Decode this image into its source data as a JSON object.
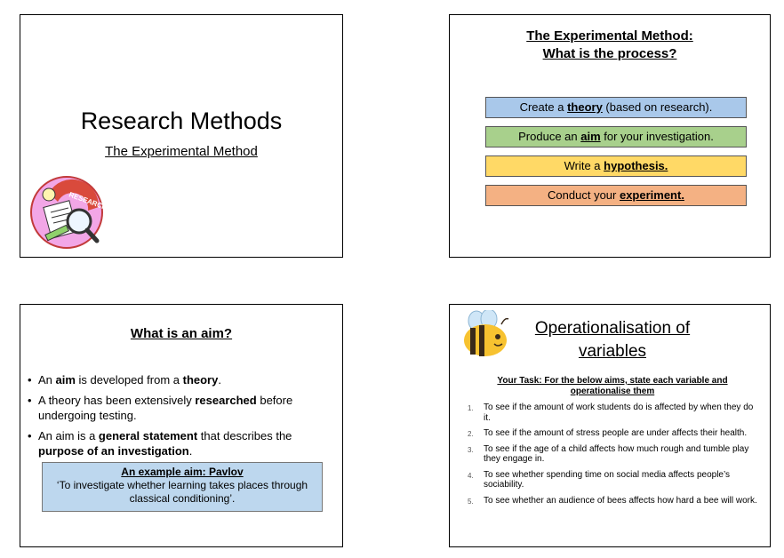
{
  "slide1": {
    "title": "Research Methods",
    "subtitle": "The Experimental Method",
    "logo_text": "RESEARCH",
    "logo_icon": "research-magnifier-icon"
  },
  "slide2": {
    "title_line1": "The Experimental Method:",
    "title_line2": "What is the process?",
    "steps": [
      {
        "pre": "Create a ",
        "bold": "theory",
        "post": " (based on research).",
        "color": "#a9c8ea"
      },
      {
        "pre": "Produce an ",
        "bold": "aim",
        "post": " for your investigation.",
        "color": "#a8d08c"
      },
      {
        "pre": "Write a ",
        "bold": "hypothesis.",
        "post": "",
        "color": "#ffd966"
      },
      {
        "pre": "Conduct your ",
        "bold": "experiment.",
        "post": "",
        "color": "#f4b183"
      }
    ]
  },
  "slide3": {
    "title": "What is an aim?",
    "b1": {
      "a": "An ",
      "b": "aim",
      "c": " is developed from a ",
      "d": "theory",
      "e": "."
    },
    "b2": {
      "a": "A theory has been extensively ",
      "b": "researched",
      "c": " before undergoing testing."
    },
    "b3": {
      "a": "An aim is a ",
      "b": "general statement",
      "c": " that describes the ",
      "d": "purpose of an investigation",
      "e": "."
    },
    "example_heading": "An example aim: Pavlov",
    "example_text": "‘To investigate whether learning takes places through classical conditioning’."
  },
  "slide4": {
    "title": "Operationalisation of variables",
    "task": "Your Task: For the below aims, state each variable and operationalise them",
    "bee_icon": "bee-icon",
    "items": [
      "To see if the amount of work students do is affected by when they do it.",
      "To see if the amount of stress people are under affects their health.",
      "To see if the age of a child affects how much rough and tumble play they engage in.",
      "To see whether spending time on social media affects people’s sociability.",
      "To see whether an audience of bees affects how hard a bee will work."
    ]
  }
}
